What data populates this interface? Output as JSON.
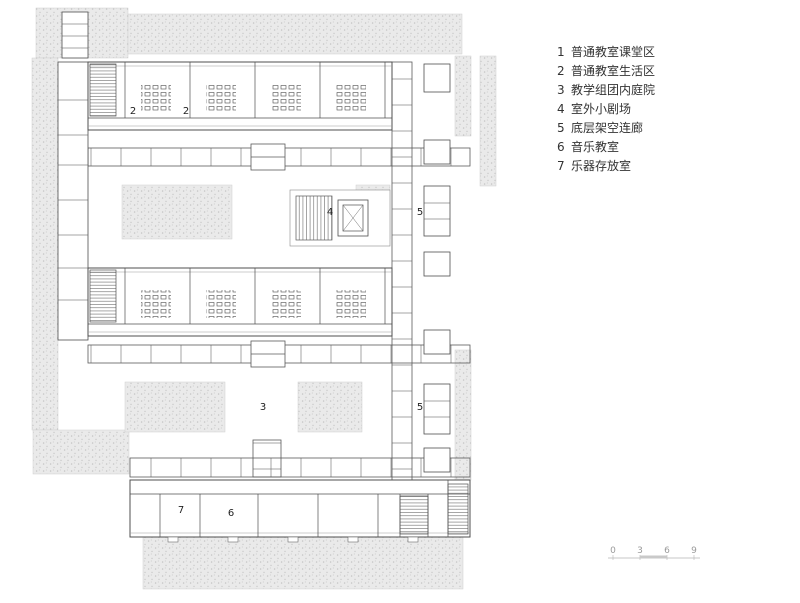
{
  "legend": {
    "items": [
      {
        "num": "1",
        "label": "普通教室课堂区"
      },
      {
        "num": "2",
        "label": "普通教室生活区"
      },
      {
        "num": "3",
        "label": "教学组团内庭院"
      },
      {
        "num": "4",
        "label": "室外小剧场"
      },
      {
        "num": "5",
        "label": "底层架空连廊"
      },
      {
        "num": "6",
        "label": "音乐教室"
      },
      {
        "num": "7",
        "label": "乐器存放室"
      }
    ]
  },
  "plan_labels": {
    "label_2a": "2",
    "label_2b": "2",
    "label_4": "4",
    "label_5a": "5",
    "label_3": "3",
    "label_5b": "5",
    "label_7": "7",
    "label_6": "6"
  },
  "scale_bar": {
    "ticks": [
      "0",
      "3",
      "6",
      "9"
    ]
  },
  "colors": {
    "wall_line": "#4f4f4f",
    "light_line": "#8a8a8a",
    "stipple_bg": "#eaeaea",
    "stipple_dot": "#c6c6c6",
    "text": "#333333",
    "scale_text": "#9a9a9a"
  }
}
